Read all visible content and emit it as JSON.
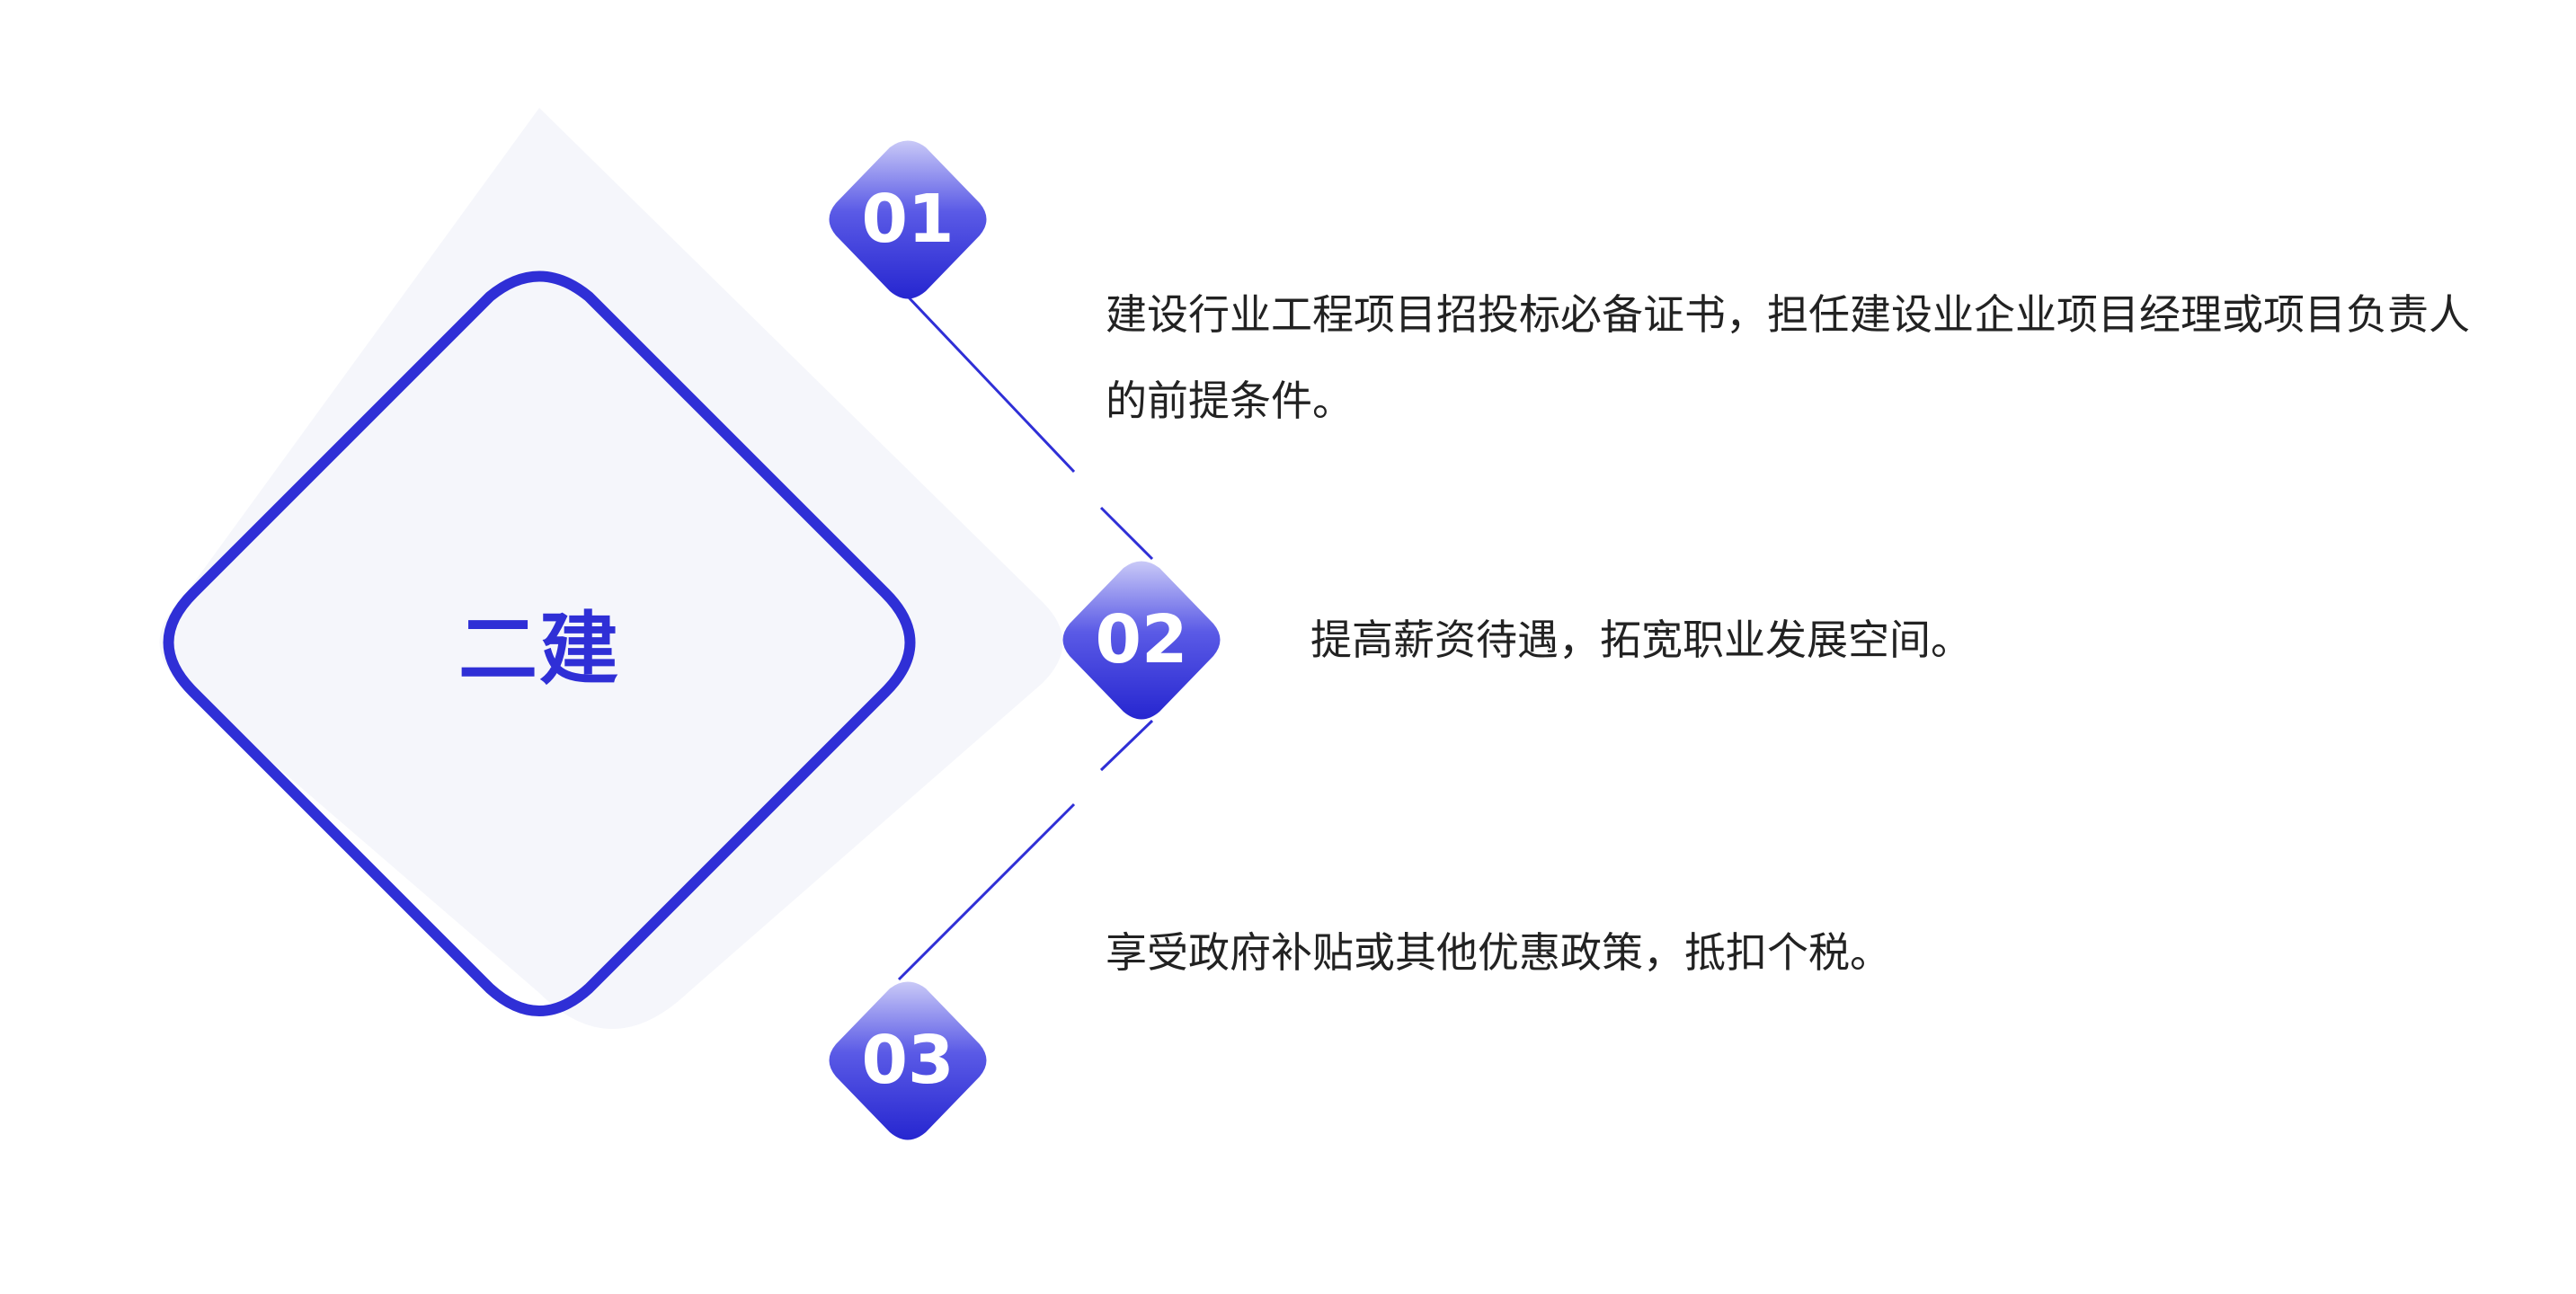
{
  "center": {
    "title": "二建"
  },
  "items": [
    {
      "number": "01",
      "text": "建设行业工程项目招投标必备证书，担任建设业企业项目经理或项目负责人的前提条件。"
    },
    {
      "number": "02",
      "text": "提高薪资待遇，拓宽职业发展空间。"
    },
    {
      "number": "03",
      "text": "享受政府补贴或其他优惠政策，抵扣个税。"
    }
  ],
  "colors": {
    "accent": "#2f2fd6",
    "accent_light": "#8b8bf2",
    "backdrop": "#f5f6fb",
    "text": "#222222"
  }
}
